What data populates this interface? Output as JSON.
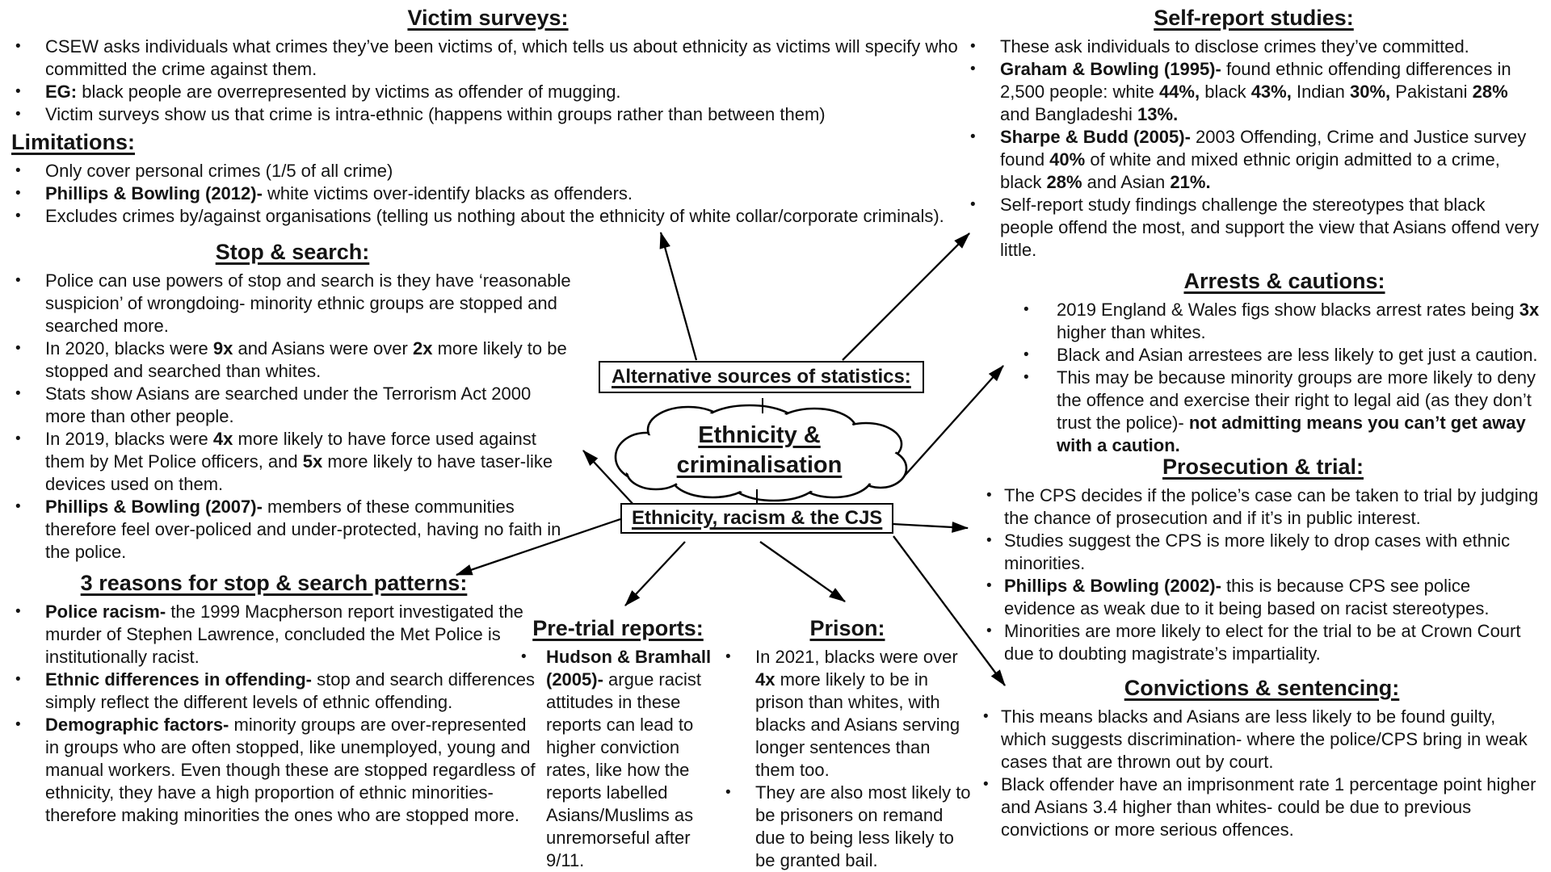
{
  "page": {
    "background": "#ffffff",
    "text_color": "#141414",
    "line_color": "#000000"
  },
  "center": {
    "alt_sources_label": "Alternative sources of statistics:",
    "cloud_title_line1": "Ethnicity &",
    "cloud_title_line2": "criminalisation",
    "cjs_label": "Ethnicity, racism & the CJS"
  },
  "sections": [
    {
      "id": "victim_surveys",
      "title": "Victim surveys:",
      "bullets": [
        [
          {
            "t": "CSEW asks individuals what crimes they’ve been victims of, which tells us about ethnicity as victims will specify who committed the crime against them."
          }
        ],
        [
          {
            "t": "EG:",
            "b": 1
          },
          {
            "t": " black people are overrepresented by victims as offender of mugging."
          }
        ],
        [
          {
            "t": "Victim surveys show us that crime is intra-ethnic (happens within groups rather than between them)"
          }
        ]
      ]
    },
    {
      "id": "limitations",
      "title": "Limitations:",
      "bullets": [
        [
          {
            "t": "Only cover personal crimes (1/5 of all crime)"
          }
        ],
        [
          {
            "t": "Phillips & Bowling (2012)-",
            "b": 1
          },
          {
            "t": " white victims over-identify blacks as offenders."
          }
        ],
        [
          {
            "t": "Excludes crimes by/against organisations (telling us nothing about the ethnicity of white collar/corporate criminals)."
          }
        ]
      ]
    },
    {
      "id": "stop_search",
      "title": "Stop & search:",
      "bullets": [
        [
          {
            "t": "Police can use powers of stop and search is they have ‘reasonable suspicion’ of wrongdoing- minority ethnic groups are stopped and searched more."
          }
        ],
        [
          {
            "t": "In 2020, blacks were "
          },
          {
            "t": "9x",
            "b": 1
          },
          {
            "t": " and Asians were over "
          },
          {
            "t": "2x",
            "b": 1
          },
          {
            "t": " more likely to be stopped and searched than whites."
          }
        ],
        [
          {
            "t": "Stats show Asians are searched under the Terrorism Act 2000 more than other people."
          }
        ],
        [
          {
            "t": "In 2019, blacks were "
          },
          {
            "t": "4x",
            "b": 1
          },
          {
            "t": " more likely to have force used against them by Met Police officers, and "
          },
          {
            "t": "5x",
            "b": 1
          },
          {
            "t": " more likely to have taser-like devices used on them."
          }
        ],
        [
          {
            "t": "Phillips & Bowling (2007)-",
            "b": 1
          },
          {
            "t": " members of these communities therefore feel over-policed and under-protected, having no faith in the police."
          }
        ]
      ]
    },
    {
      "id": "reasons",
      "title": "3 reasons for stop & search patterns:",
      "bullets": [
        [
          {
            "t": "Police racism-",
            "b": 1
          },
          {
            "t": " the 1999 Macpherson report investigated the murder of Stephen Lawrence, concluded the Met Police is institutionally racist."
          }
        ],
        [
          {
            "t": "Ethnic differences in offending-",
            "b": 1
          },
          {
            "t": " stop and search differences simply reflect the different levels of ethnic offending."
          }
        ],
        [
          {
            "t": "Demographic factors-",
            "b": 1
          },
          {
            "t": " minority groups are over-represented in groups who are often stopped, like unemployed, young and manual workers. Even though these are stopped regardless of ethnicity, they have a high proportion of ethnic minorities- therefore making minorities the ones who are stopped more."
          }
        ]
      ]
    },
    {
      "id": "self_report",
      "title": "Self-report studies:",
      "bullets": [
        [
          {
            "t": "These ask individuals to disclose crimes they’ve committed."
          }
        ],
        [
          {
            "t": "Graham & Bowling (1995)-",
            "b": 1
          },
          {
            "t": " found ethnic offending differences in 2,500 people: white "
          },
          {
            "t": "44%,",
            "b": 1
          },
          {
            "t": " black "
          },
          {
            "t": "43%,",
            "b": 1
          },
          {
            "t": " Indian "
          },
          {
            "t": "30%,",
            "b": 1
          },
          {
            "t": " Pakistani "
          },
          {
            "t": "28%",
            "b": 1
          },
          {
            "t": " and Bangladeshi "
          },
          {
            "t": "13%.",
            "b": 1
          }
        ],
        [
          {
            "t": "Sharpe & Budd (2005)-",
            "b": 1
          },
          {
            "t": " 2003 Offending, Crime and Justice survey found "
          },
          {
            "t": "40%",
            "b": 1
          },
          {
            "t": " of white and mixed ethnic origin admitted to a crime, black "
          },
          {
            "t": "28%",
            "b": 1
          },
          {
            "t": " and Asian "
          },
          {
            "t": "21%.",
            "b": 1
          }
        ],
        [
          {
            "t": "Self-report study findings challenge the stereotypes that black people offend the most, and support the view that Asians offend very little."
          }
        ]
      ]
    },
    {
      "id": "arrests",
      "title": "Arrests & cautions:",
      "bullets": [
        [
          {
            "t": "2019 England & Wales figs show blacks arrest rates being "
          },
          {
            "t": "3x",
            "b": 1
          },
          {
            "t": " higher than whites."
          }
        ],
        [
          {
            "t": "Black and Asian arrestees are less likely to get just a caution."
          }
        ],
        [
          {
            "t": "This may be because minority groups are more likely to deny the offence and exercise their right to legal aid (as they don’t trust the police)- "
          },
          {
            "t": "not admitting means you can’t get away with a caution.",
            "b": 1
          }
        ]
      ]
    },
    {
      "id": "prosecution",
      "title": "Prosecution & trial:",
      "bullets": [
        [
          {
            "t": "The CPS decides if the police’s case can be taken to trial by judging the chance of prosecution and if it’s in public interest."
          }
        ],
        [
          {
            "t": "Studies suggest the CPS is more likely to drop cases with ethnic minorities."
          }
        ],
        [
          {
            "t": "Phillips & Bowling (2002)-",
            "b": 1
          },
          {
            "t": " this is because CPS see police evidence as weak due to it being based on racist stereotypes."
          }
        ],
        [
          {
            "t": "Minorities are more likely to elect for the trial to be at Crown Court due to doubting magistrate’s impartiality."
          }
        ]
      ]
    },
    {
      "id": "convictions",
      "title": "Convictions & sentencing:",
      "bullets": [
        [
          {
            "t": "This means blacks and Asians are less likely to be found guilty, which suggests discrimination- where the police/CPS bring in weak cases that are thrown out by court."
          }
        ],
        [
          {
            "t": "Black offender have an imprisonment rate 1 percentage point higher and Asians 3.4 higher than whites- could be due to previous convictions or more serious offences."
          }
        ]
      ]
    },
    {
      "id": "pretrial",
      "title": "Pre-trial reports:",
      "bullets": [
        [
          {
            "t": "Hudson & Bramhall (2005)-",
            "b": 1
          },
          {
            "t": " argue racist attitudes in these reports can lead to higher conviction rates, like how the reports labelled Asians/Muslims as unremorseful after 9/11."
          }
        ]
      ]
    },
    {
      "id": "prison",
      "title": "Prison:",
      "bullets": [
        [
          {
            "t": "In 2021, blacks were over "
          },
          {
            "t": "4x",
            "b": 1
          },
          {
            "t": " more likely to be in prison than whites, with blacks and Asians serving longer sentences than them too."
          }
        ],
        [
          {
            "t": "They are also most likely to be prisoners on remand due to being less likely to be granted bail."
          }
        ]
      ]
    }
  ]
}
